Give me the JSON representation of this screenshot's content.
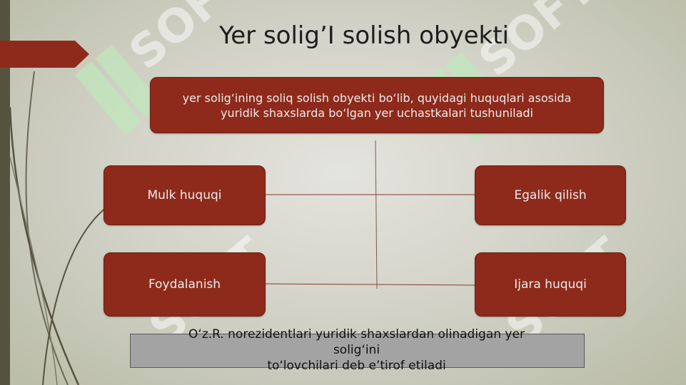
{
  "title": "Yer solig’I solish obyekti",
  "top_box": {
    "line1": "yer solig‘ining soliq solish obyekti bo‘lib, quyidagi huquqlari asosida",
    "line2": "yuridik shaxslarda bo‘lgan yer uchastkalari tushuniladi"
  },
  "rights": {
    "mulk": "Mulk huquqi",
    "egalik": "Egalik qilish",
    "foydalanish": "Foydalanish",
    "ijara": "Ijara huquqi"
  },
  "footer": {
    "line1": "O‘z.R. norezidentlari yuridik shaxslardan olinadigan yer",
    "line2": "solig‘ini",
    "line3": "to‘lovchilari deb e’tirof etiladi"
  },
  "watermark": "SOFT",
  "colors": {
    "box_fill": "#8e2a1b",
    "accent_bar": "#55533f",
    "footer_fill": "#a3a3a3"
  }
}
